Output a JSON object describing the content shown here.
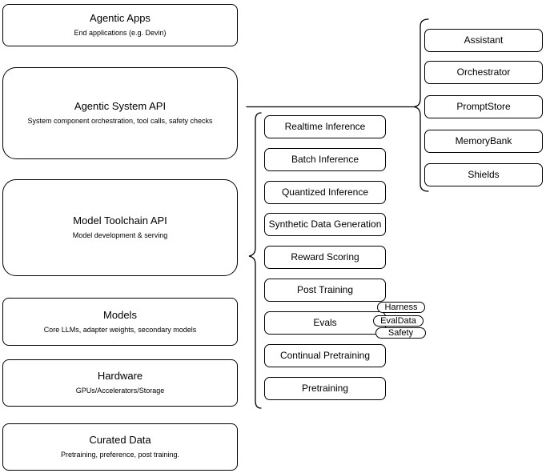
{
  "diagram": {
    "colors": {
      "background": "#ffffff",
      "stroke": "#000000",
      "text": "#000000"
    },
    "left_stack": [
      {
        "title": "Agentic Apps",
        "subtitle": "End applications (e.g. Devin)"
      },
      {
        "title": "Agentic System API",
        "subtitle": "System component orchestration, tool calls, safety checks"
      },
      {
        "title": "Model Toolchain API",
        "subtitle": "Model development & serving"
      },
      {
        "title": "Models",
        "subtitle": "Core LLMs, adapter weights, secondary models"
      },
      {
        "title": "Hardware",
        "subtitle": "GPUs/Accelerators/Storage"
      },
      {
        "title": "Curated Data",
        "subtitle": "Pretraining, preference, post training."
      }
    ],
    "toolchain_components": [
      "Realtime Inference",
      "Batch Inference",
      "Quantized Inference",
      "Synthetic Data Generation",
      "Reward Scoring",
      "Post Training",
      "Evals",
      "Continual Pretraining",
      "Pretraining"
    ],
    "evals_tags": [
      "Harness",
      "EvalData",
      "Safety"
    ],
    "system_components": [
      "Assistant",
      "Orchestrator",
      "PromptStore",
      "MemoryBank",
      "Shields"
    ]
  }
}
